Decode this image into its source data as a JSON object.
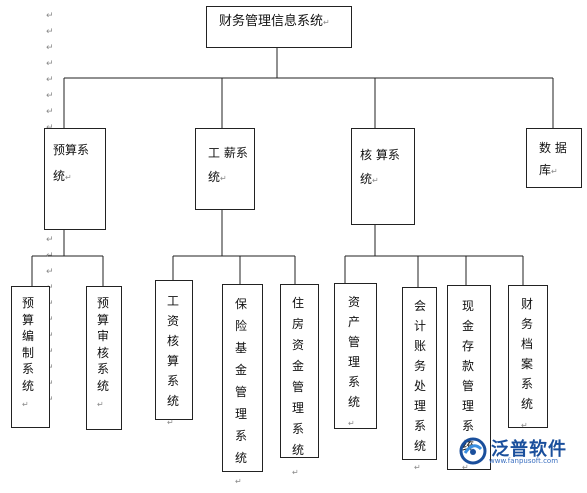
{
  "root": "财务管理信息系统",
  "level1": [
    {
      "label": "预算系统"
    },
    {
      "label": "工 薪系统"
    },
    {
      "label": "核 算系统"
    },
    {
      "label": "数 据库"
    }
  ],
  "level2": {
    "budget": [
      "预算编制系统",
      "预算审核系统"
    ],
    "payroll": [
      "工资核算系统",
      "保险基金管理系统",
      "住房资金管理系统"
    ],
    "accounting": [
      "资产管理系统",
      "会计账务处理系统",
      "现金存款管理系统",
      "财务档案系统"
    ]
  },
  "return_mark": "↵",
  "logo": {
    "text": "泛普软件",
    "url": "www.fanpusoft.com",
    "color": "#1a4f9c"
  }
}
